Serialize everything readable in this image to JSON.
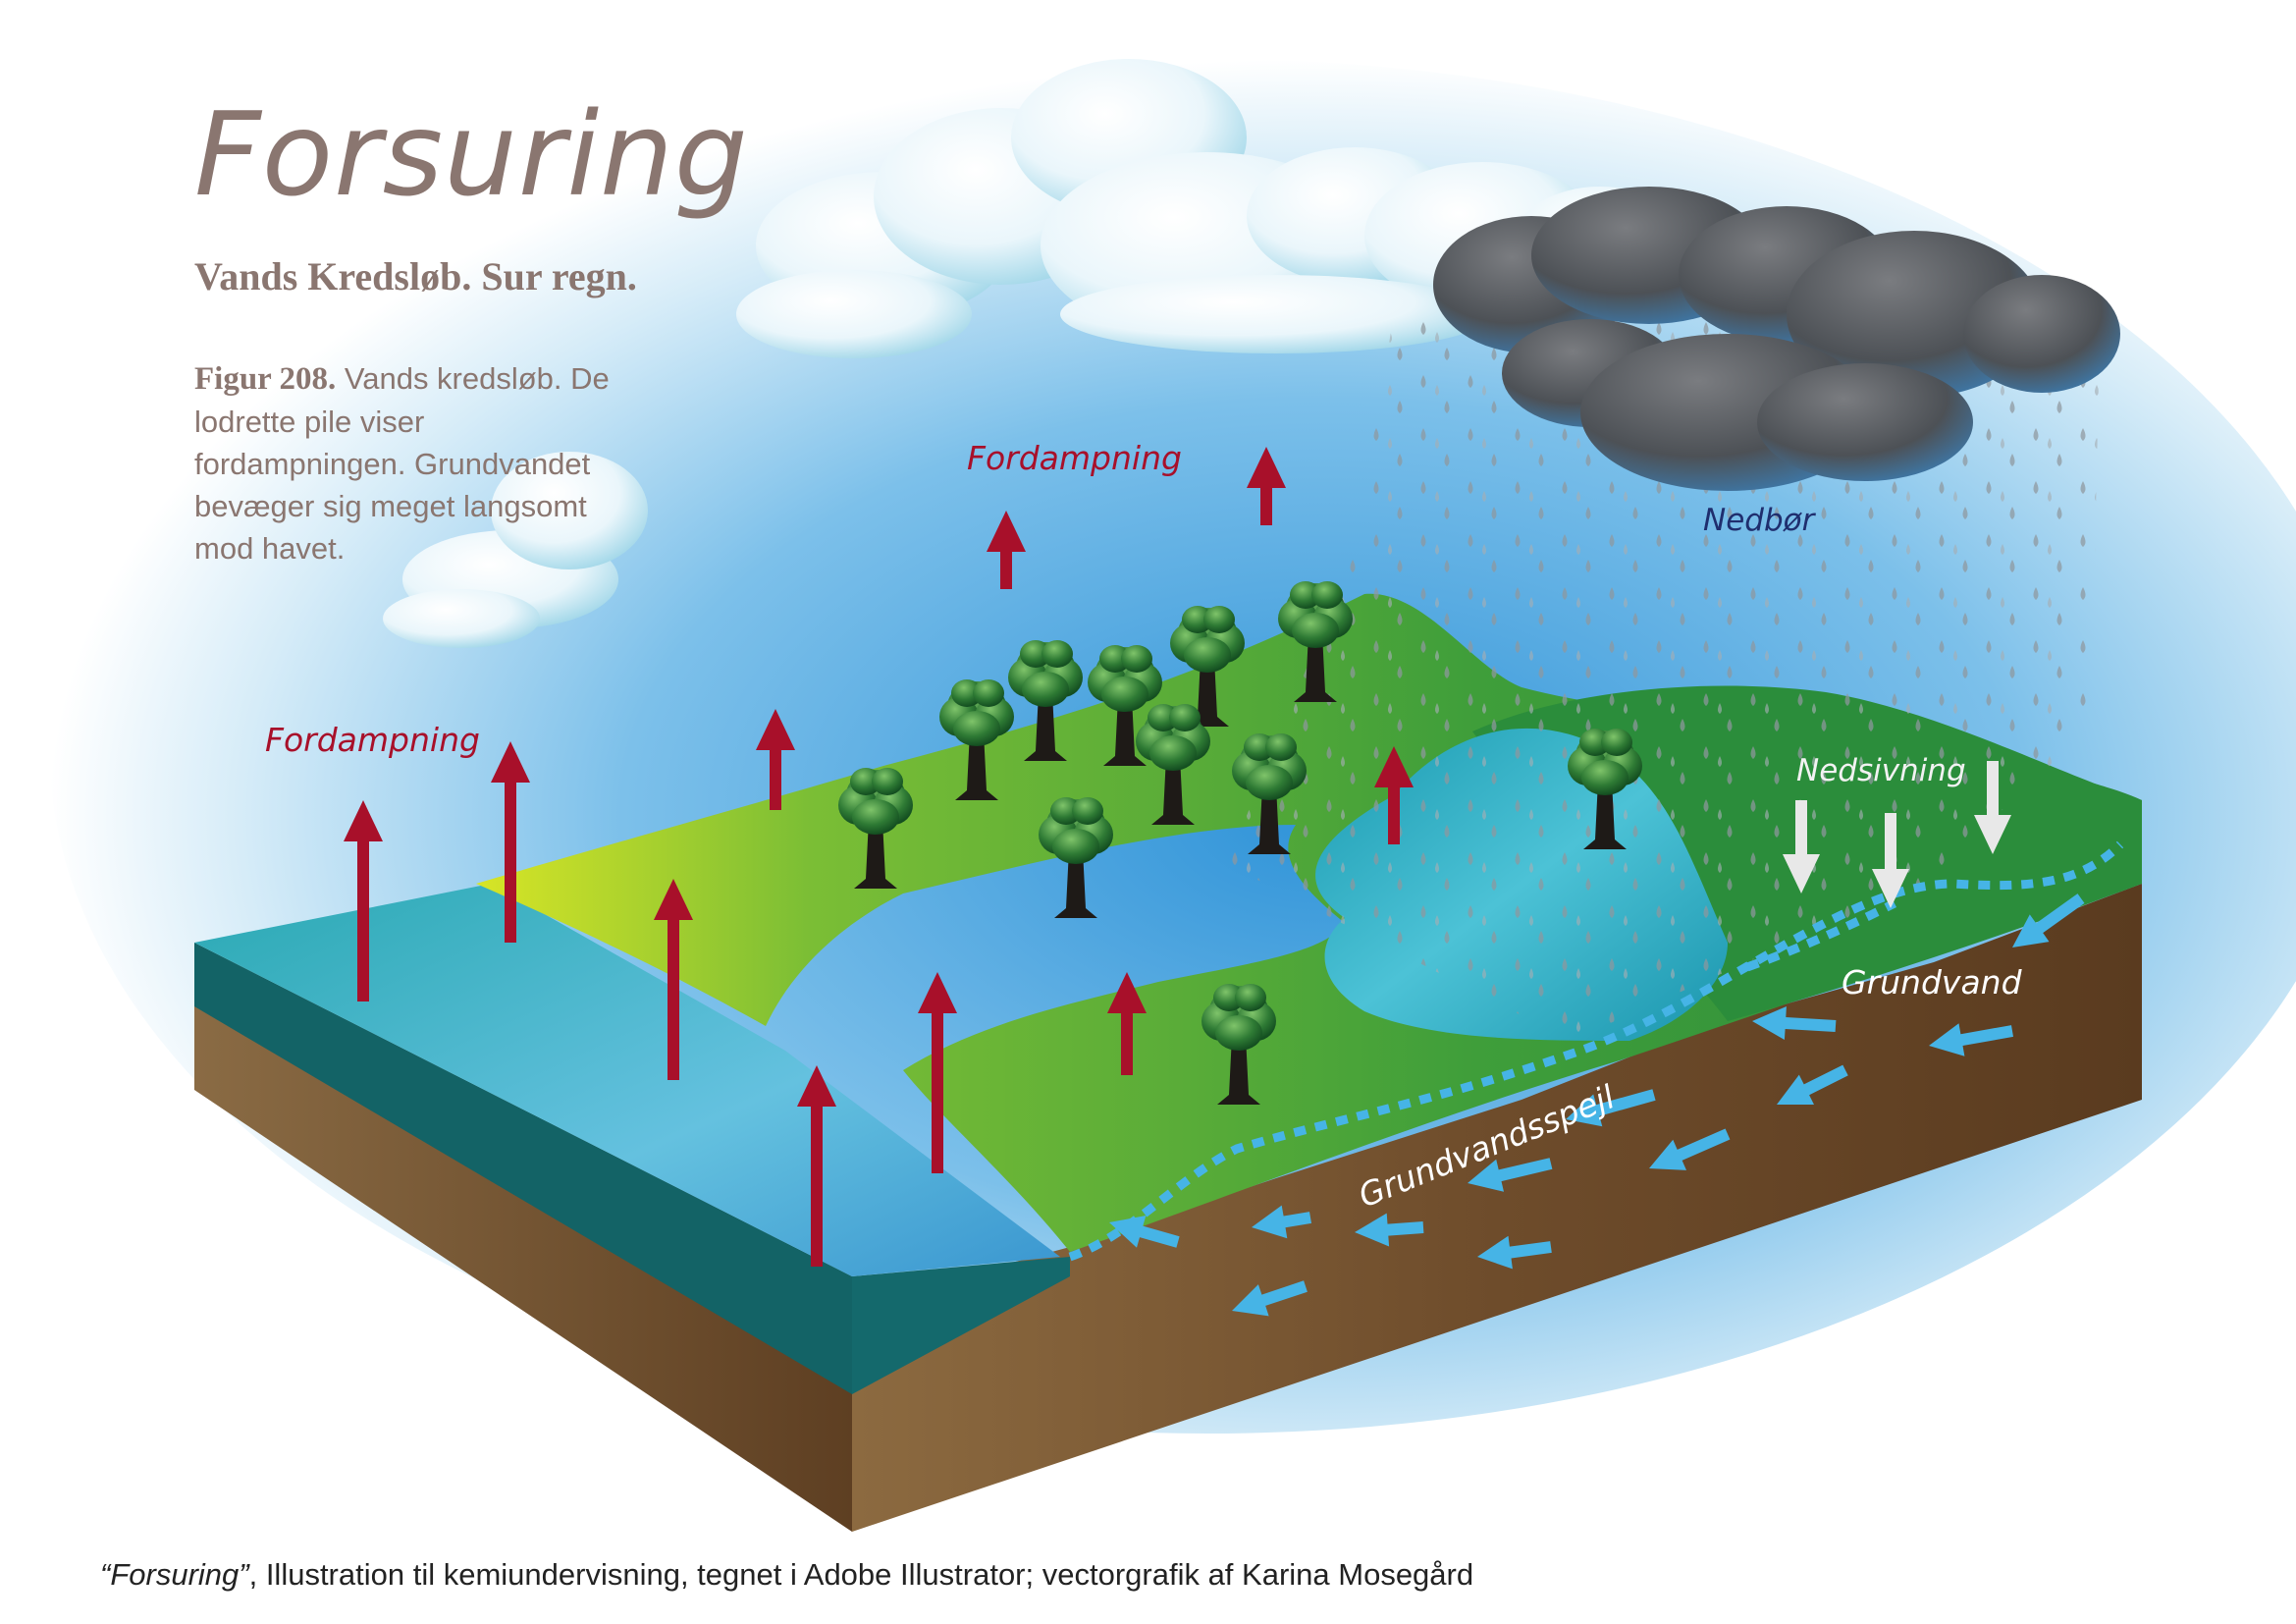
{
  "title": "Forsuring",
  "subtitle": "Vands Kredsløb. Sur regn.",
  "caption": {
    "figure": "Figur 208.",
    "text": " Vands kredsløb. De lodrette pile viser fordampningen. Grundvandet bevæger sig meget langsomt mod havet."
  },
  "labels": {
    "evaporation_left": "Fordampning",
    "evaporation_top": "Fordampning",
    "precipitation": "Nedbør",
    "infiltration": "Nedsivning",
    "groundwater": "Grundvand",
    "water_table": "Grundvandsspejl"
  },
  "footer": {
    "title": "“Forsuring”",
    "text": ", Illustration til kemiundervisning, tegnet i Adobe Illustrator; vectorgrafik af Karina Mosegård"
  },
  "colors": {
    "evaporation_arrow": "#a8102a",
    "infiltration_arrow": "#e8e8e8",
    "groundwater_arrow": "#46b4e6",
    "soil": "#6b4a2e",
    "grass": "#3f9e3a",
    "water": "#3fb8cc",
    "label_red": "#a8102a",
    "label_white": "#ffffff",
    "label_navy": "#1f2e6e",
    "text_taupe": "#8a7670"
  }
}
